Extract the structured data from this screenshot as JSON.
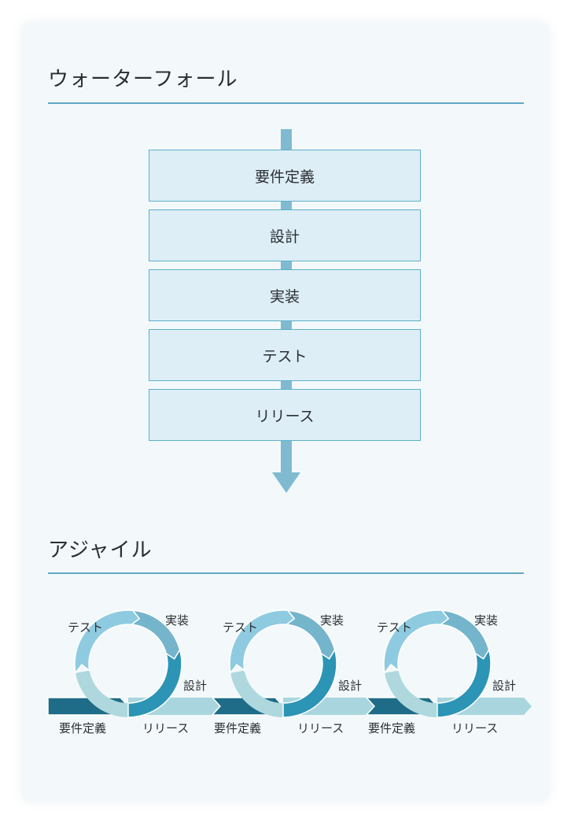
{
  "waterfall": {
    "title": "ウォーターフォール",
    "steps": [
      "要件定義",
      "設計",
      "実装",
      "テスト",
      "リリース"
    ]
  },
  "agile": {
    "title": "アジャイル",
    "cycle_labels": {
      "requirements": "要件定義",
      "design": "設計",
      "implementation": "実装",
      "test": "テスト",
      "release": "リリース"
    },
    "cycle_count": 3,
    "colors": {
      "bar_dark": "#1e6c87",
      "bar_light": "#a9d6de",
      "arc_design": "#2c94b5",
      "arc_implementation": "#74b5cc",
      "arc_test": "#8fcbe0",
      "arc_release": "#aed8dd"
    }
  }
}
